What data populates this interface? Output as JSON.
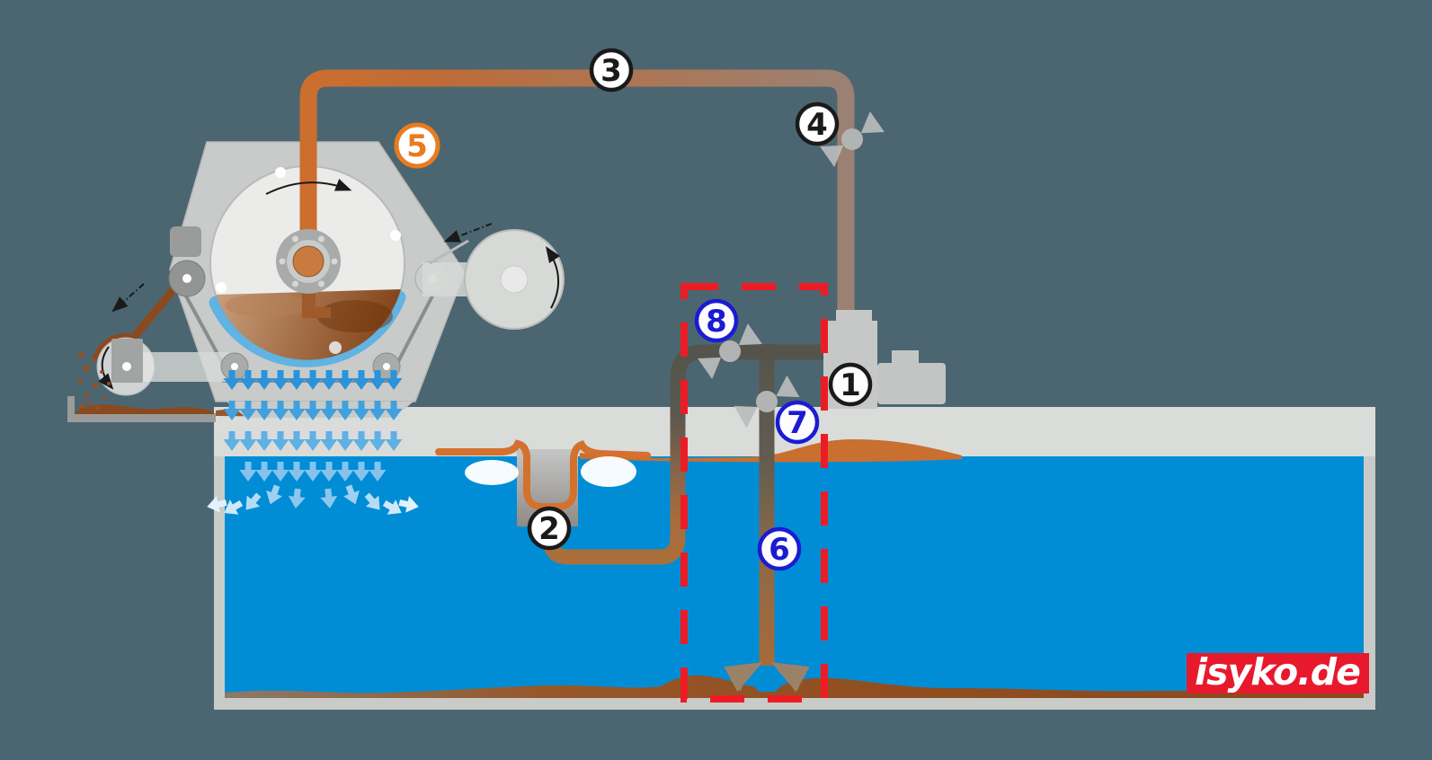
{
  "diagram": {
    "background_color": "#4c6671",
    "water_color": "#008dd5",
    "rim_color": "#dadcda",
    "wall_color": "#c9cbc9",
    "pipe_orange": "#cc6e2e",
    "pipe_taupe": "#9b8173",
    "pipe_dark": "#55554d",
    "sludge_brown": "#8a4a1e",
    "valve_gray": "#b5b7b6",
    "dashed_box_color": "#ed1c24",
    "cascade_blue": "#2b93d8"
  },
  "labels": [
    {
      "text": "1",
      "ring": "#1a1a1a"
    },
    {
      "text": "2",
      "ring": "#1a1a1a"
    },
    {
      "text": "3",
      "ring": "#1a1a1a"
    },
    {
      "text": "4",
      "ring": "#1a1a1a"
    },
    {
      "text": "5",
      "ring": "#e87c1e"
    },
    {
      "text": "6",
      "ring": "#1b1bd2"
    },
    {
      "text": "7",
      "ring": "#1b1bd2"
    },
    {
      "text": "8",
      "ring": "#1b1bd2"
    }
  ],
  "watermark": {
    "text": "isyko.de",
    "background": "#e8192c",
    "text_color": "#ffffff"
  }
}
